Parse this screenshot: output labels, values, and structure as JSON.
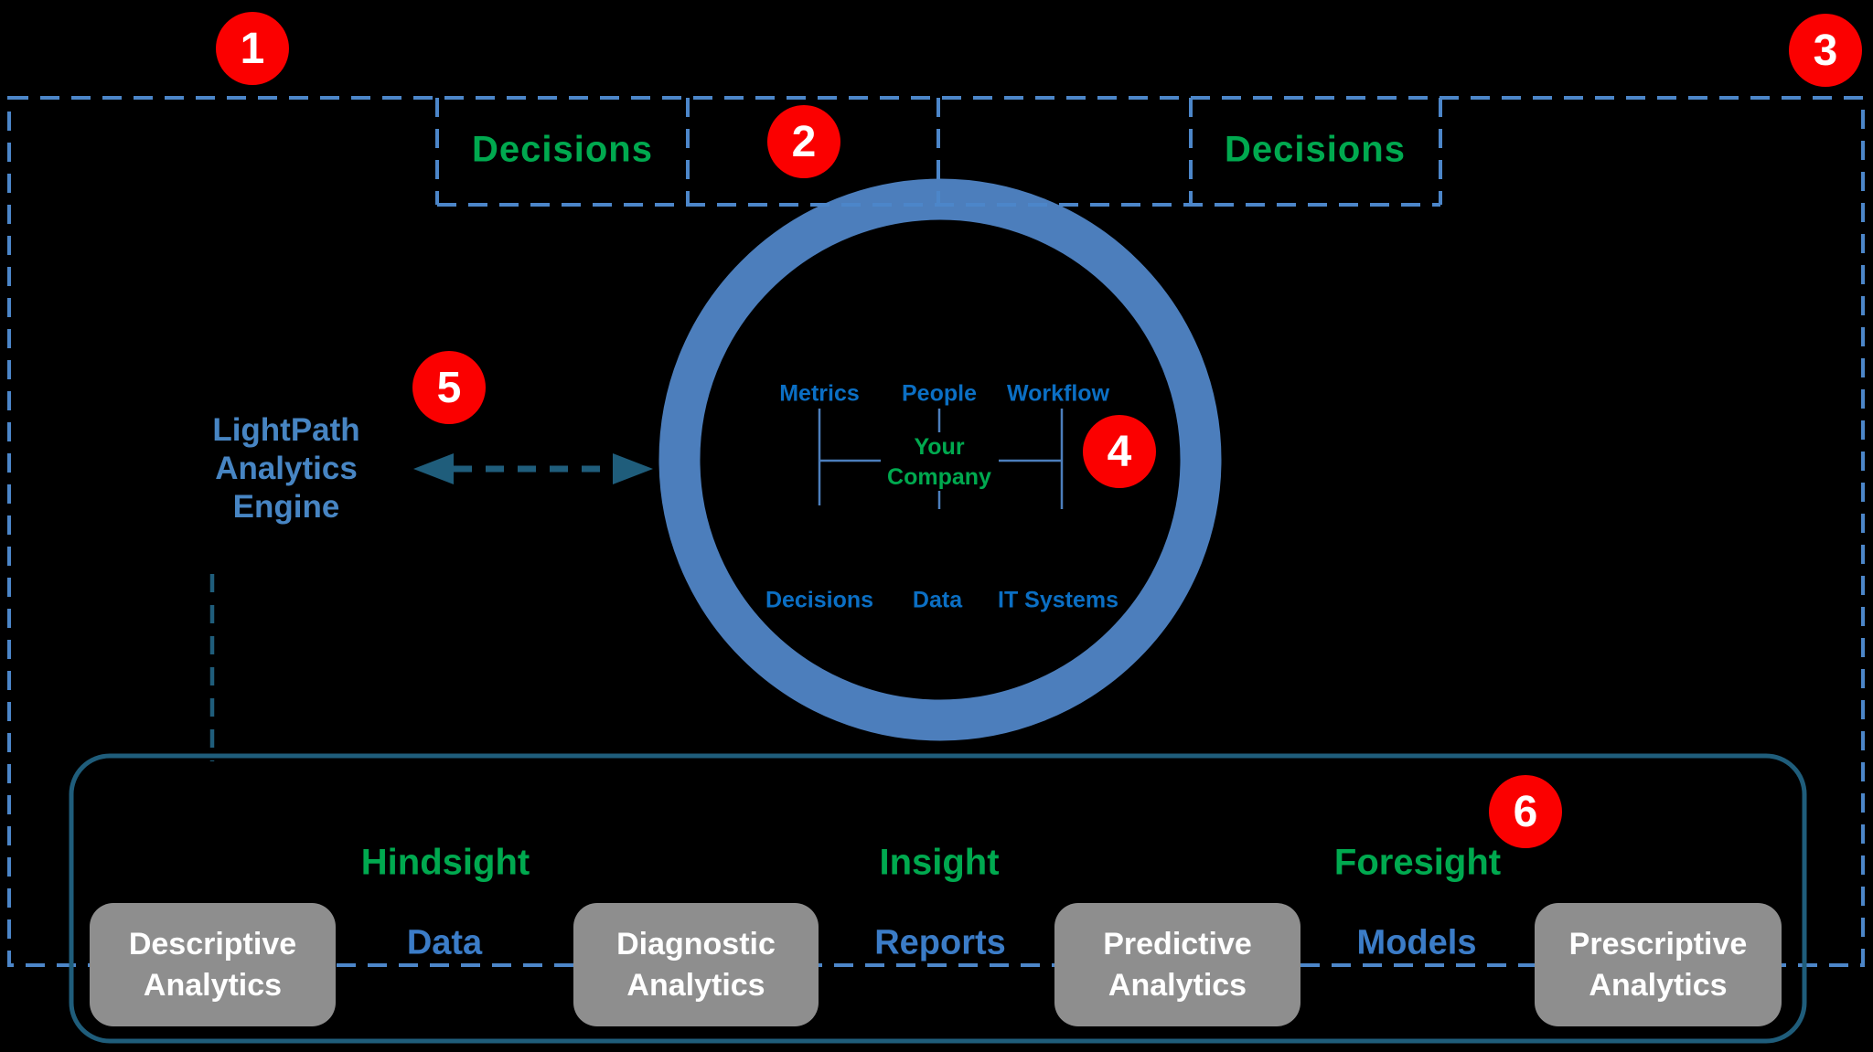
{
  "colors": {
    "background": "#000000",
    "marker_red": "#FB0000",
    "green_text": "#00A94F",
    "bright_blue_text": "#0B6FC4",
    "engine_blue_text": "#4785C3",
    "artifact_blue_text": "#3B7CC7",
    "ring_blue": "#4C7EBC",
    "dash_blue": "#4C86C9",
    "teal": "#1F5D7B",
    "box_gray": "#8E8E8E"
  },
  "badges": [
    "1",
    "2",
    "3",
    "4",
    "5",
    "6"
  ],
  "top_row": {
    "left_box_label": "Decisions",
    "right_box_label": "Decisions"
  },
  "engine": {
    "label": "LightPath\nAnalytics\nEngine"
  },
  "company_circle": {
    "top_items": [
      "Metrics",
      "People",
      "Workflow"
    ],
    "center": "Your\nCompany",
    "bottom_items": [
      "Decisions",
      "Data",
      "IT Systems"
    ]
  },
  "analytics_band": {
    "mindsets": [
      "Hindsight",
      "Insight",
      "Foresight"
    ],
    "artifacts": [
      "Data",
      "Reports",
      "Models"
    ],
    "boxes": [
      "Descriptive\nAnalytics",
      "Diagnostic\nAnalytics",
      "Predictive\nAnalytics",
      "Prescriptive\nAnalytics"
    ]
  }
}
